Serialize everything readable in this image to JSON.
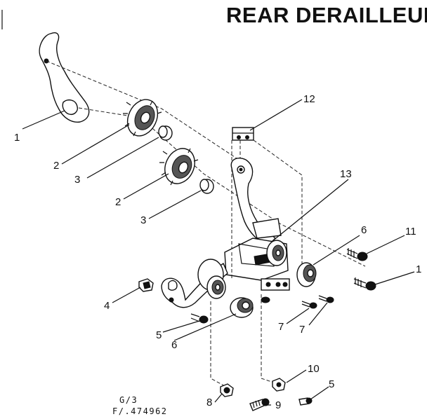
{
  "title": "REAR DERAILLEUR",
  "callouts": {
    "c1a": "1",
    "c2a": "2",
    "c3a": "3",
    "c2b": "2",
    "c3b": "3",
    "c12": "12",
    "c13": "13",
    "c6a": "6",
    "c11": "11",
    "c1b": "1",
    "c4": "4",
    "c5a": "5",
    "c6b": "6",
    "c7a": "7",
    "c7b": "7",
    "c10": "10",
    "c8": "8",
    "c9": "9",
    "c5b": "5"
  },
  "footer": {
    "line1": "G/3",
    "line2": "F/.474962"
  }
}
